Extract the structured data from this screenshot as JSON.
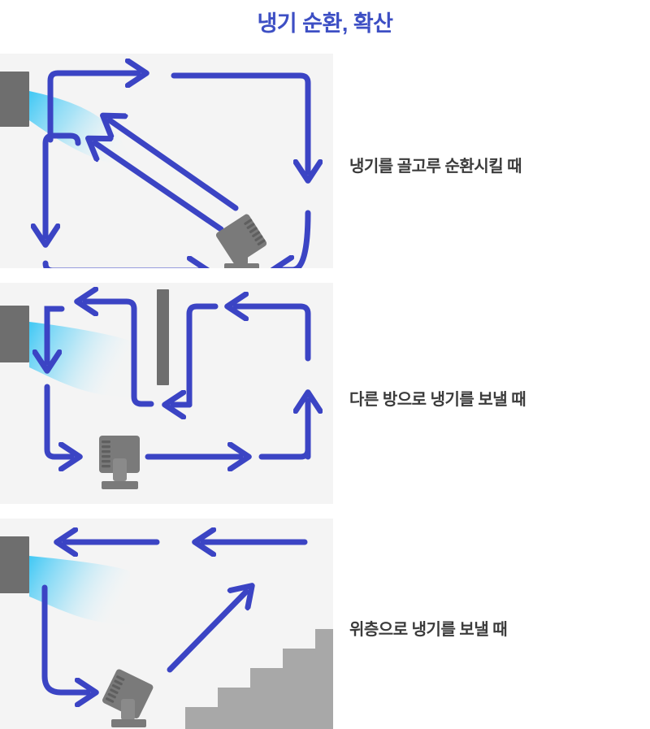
{
  "page": {
    "title": "냉기 순환, 확산",
    "background": "#ffffff"
  },
  "colors": {
    "title_blue": "#3d4fc4",
    "arrow_blue": "#3b44c4",
    "caption_gray": "#3b3b3b",
    "device_gray": "#6e6e6e",
    "stairs_gray": "#a8a8a8",
    "panel_bg": "#f4f4f4",
    "airflow_cyan": "#3cc8f5"
  },
  "panels": [
    {
      "caption": "냉기를 골고루 순환시킬 때",
      "scene_name": "circulate-evenly-scene",
      "objects": [
        {
          "name": "air-conditioner-unit",
          "kind": "ac-unit"
        },
        {
          "name": "cold-air-stream",
          "kind": "airflow"
        },
        {
          "name": "circulator-fan-tilted-up-left",
          "kind": "fan"
        },
        {
          "name": "circulation-arrow-loop",
          "kind": "arrows"
        }
      ]
    },
    {
      "caption": "다른 방으로 냉기를 보낼 때",
      "scene_name": "send-to-other-room-scene",
      "objects": [
        {
          "name": "air-conditioner-unit",
          "kind": "ac-unit"
        },
        {
          "name": "cold-air-stream",
          "kind": "airflow"
        },
        {
          "name": "wall-partition",
          "kind": "wall"
        },
        {
          "name": "circulator-fan-facing-right",
          "kind": "fan"
        },
        {
          "name": "circulation-arrow-loop",
          "kind": "arrows"
        }
      ]
    },
    {
      "caption": "위층으로 냉기를 보낼 때",
      "scene_name": "send-upstairs-scene",
      "objects": [
        {
          "name": "air-conditioner-unit",
          "kind": "ac-unit"
        },
        {
          "name": "cold-air-stream",
          "kind": "airflow"
        },
        {
          "name": "staircase",
          "kind": "stairs"
        },
        {
          "name": "circulator-fan-tilted-up-right",
          "kind": "fan"
        },
        {
          "name": "circulation-arrow-loop",
          "kind": "arrows"
        }
      ]
    }
  ]
}
